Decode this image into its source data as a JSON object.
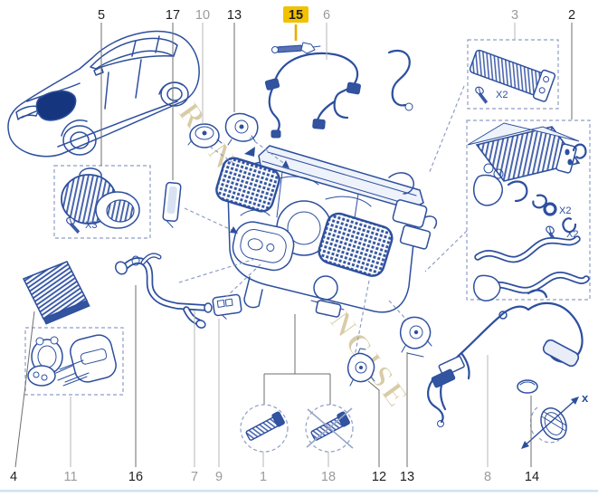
{
  "watermark": {
    "text": "RENAULT FRANCISE"
  },
  "labels": {
    "top": [
      {
        "num": "5"
      },
      {
        "num": "17"
      },
      {
        "num": "10"
      },
      {
        "num": "13"
      },
      {
        "num": "15"
      },
      {
        "num": "6"
      },
      {
        "num": "3"
      },
      {
        "num": "2"
      }
    ],
    "bottom": [
      {
        "num": "4"
      },
      {
        "num": "11"
      },
      {
        "num": "16"
      },
      {
        "num": "7"
      },
      {
        "num": "9"
      },
      {
        "num": "1"
      },
      {
        "num": "18"
      },
      {
        "num": "12"
      },
      {
        "num": "13"
      },
      {
        "num": "8"
      },
      {
        "num": "14"
      }
    ]
  },
  "quantities": {
    "blower_screws": "X3",
    "ptc_screws": "X2",
    "core_oring": "X2",
    "core_screws": "X2"
  },
  "annotations": {
    "deleted_mark": "x"
  },
  "colors": {
    "part_line": "#2d4f9e",
    "highlight": "#f2c100",
    "muted_label": "#9b9b9b",
    "dark_label": "#1f1f1f",
    "watermark": "#cfc193",
    "dashed_line": "#8e9ec6",
    "bottom_rule": "#cfe2f2"
  }
}
